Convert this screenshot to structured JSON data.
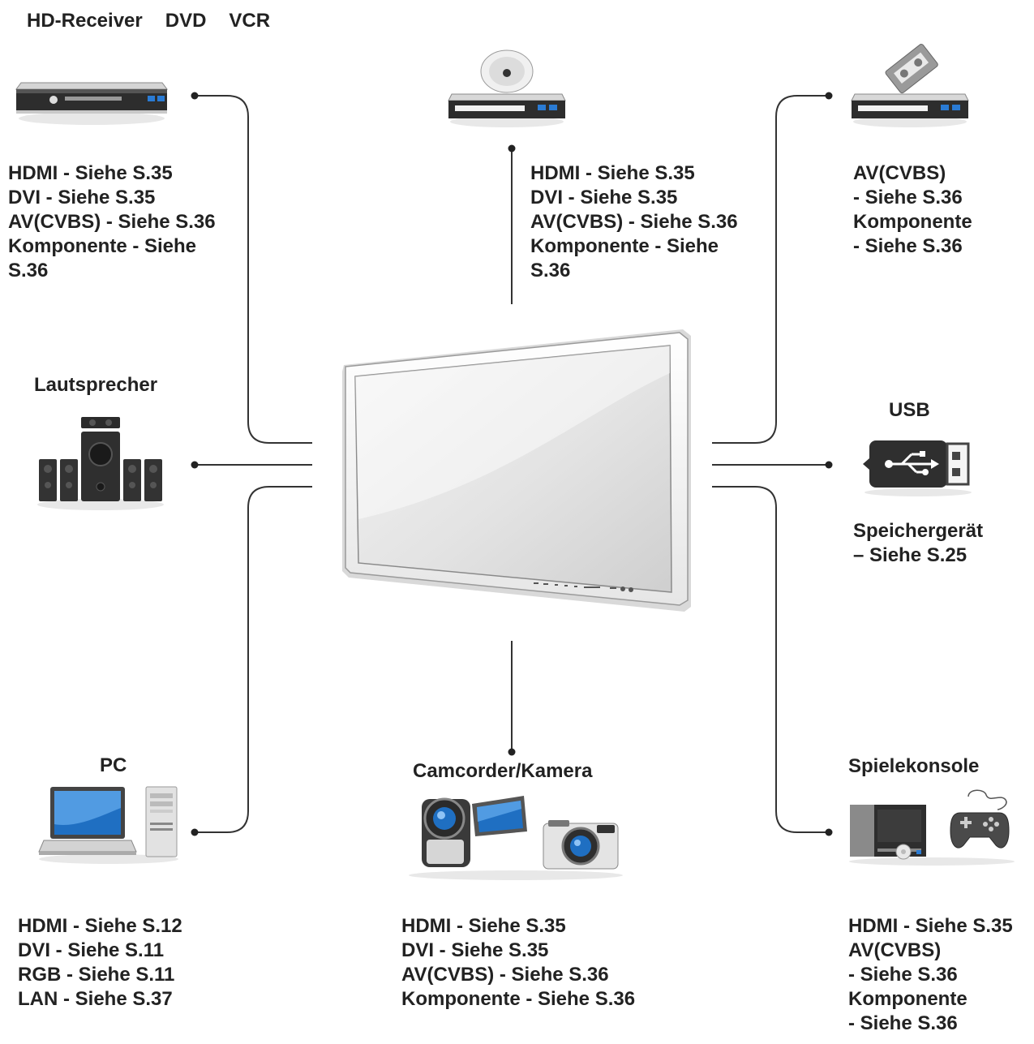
{
  "titles": {
    "hd_receiver": "HD-Receiver",
    "dvd": "DVD",
    "vcr": "VCR",
    "speakers": "Lautsprecher",
    "usb": "USB",
    "pc": "PC",
    "camcorder": "Camcorder/Kamera",
    "console": "Spielekonsole"
  },
  "texts": {
    "hd_receiver": [
      "HDMI - Siehe S.35",
      "DVI - Siehe S.35",
      "AV(CVBS) - Siehe S.36",
      "Komponente - Siehe",
      "S.36"
    ],
    "dvd": [
      "HDMI - Siehe S.35",
      "DVI - Siehe S.35",
      "AV(CVBS) - Siehe S.36",
      "Komponente - Siehe",
      "S.36"
    ],
    "vcr": [
      "AV(CVBS)",
      "- Siehe S.36",
      "Komponente",
      "- Siehe S.36"
    ],
    "usb": [
      "Speichergerät",
      "– Siehe S.25"
    ],
    "pc": [
      "HDMI - Siehe S.12",
      "DVI - Siehe S.11",
      "RGB - Siehe S.11",
      "LAN - Siehe S.37"
    ],
    "camcorder": [
      "HDMI - Siehe S.35",
      "DVI - Siehe S.35",
      "AV(CVBS) - Siehe S.36",
      "Komponente - Siehe S.36"
    ],
    "console": [
      "HDMI - Siehe S.35",
      "AV(CVBS)",
      "- Siehe S.36",
      "Komponente",
      "- Siehe S.36"
    ]
  },
  "icons": {
    "monitor": "monitor-icon",
    "hd_receiver": "set-top-box-icon",
    "dvd": "dvd-player-icon",
    "vcr": "vcr-icon",
    "speakers": "speaker-system-icon",
    "usb": "usb-stick-icon",
    "pc": "laptop-pc-icon",
    "camcorder": "camcorder-camera-icon",
    "console": "game-console-icon"
  },
  "colors": {
    "text": "#222222",
    "lines": "#333333",
    "screen_blue": "#1f6fc2"
  }
}
